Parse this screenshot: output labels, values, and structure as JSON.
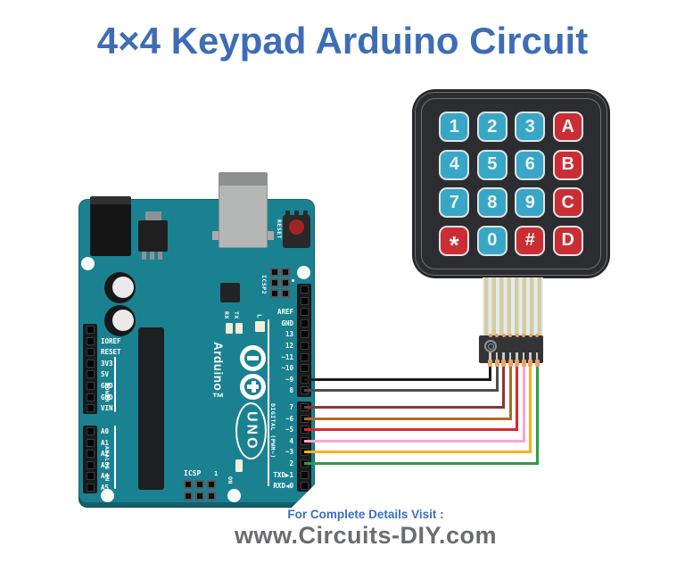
{
  "title": "4×4 Keypad Arduino Circuit",
  "title_color": "#3e6db6",
  "footer": {
    "visit_text": "For Complete Details Visit :",
    "website": "www.Circuits-DIY.com",
    "visit_color": "#3b6fc4",
    "website_color": "#6b6c6e"
  },
  "keypad": {
    "key_blue": "#38a7c7",
    "key_red": "#ca2e34",
    "rows": [
      [
        {
          "label": "1",
          "color": "blue"
        },
        {
          "label": "2",
          "color": "blue"
        },
        {
          "label": "3",
          "color": "blue"
        },
        {
          "label": "A",
          "color": "red"
        }
      ],
      [
        {
          "label": "4",
          "color": "blue"
        },
        {
          "label": "5",
          "color": "blue"
        },
        {
          "label": "6",
          "color": "blue"
        },
        {
          "label": "B",
          "color": "red"
        }
      ],
      [
        {
          "label": "7",
          "color": "blue"
        },
        {
          "label": "8",
          "color": "blue"
        },
        {
          "label": "9",
          "color": "blue"
        },
        {
          "label": "C",
          "color": "red"
        }
      ],
      [
        {
          "label": "*",
          "color": "red"
        },
        {
          "label": "0",
          "color": "blue"
        },
        {
          "label": "#",
          "color": "red"
        },
        {
          "label": "D",
          "color": "red"
        }
      ]
    ]
  },
  "connector": {
    "pins": 8
  },
  "arduino": {
    "board_color": "#1a8191",
    "brand": "Arduino™",
    "model": "UNO",
    "labels": {
      "reset": "RESET",
      "icsp2": "ICSP2",
      "icsp": "ICSP",
      "icsp_pin1": "1",
      "on": "ON",
      "l": "L",
      "rx": "RX",
      "tx": "TX",
      "power_group": "POWER",
      "analog_group": "ANALOG IN",
      "digital_group": "DIGITAL (PWM~)"
    },
    "digital_pins_top": [
      "",
      "",
      "AREF",
      "GND",
      "13",
      "12",
      "~11",
      "~10",
      "~9",
      "8"
    ],
    "digital_pins_bottom": [
      "7",
      "~6",
      "~5",
      "4",
      "~3",
      "2",
      "TXD▶1",
      "RXD◀0"
    ],
    "power_pins": [
      "",
      "IOREF",
      "RESET",
      "3V3",
      "5V",
      "GND",
      "GND",
      "VIN"
    ],
    "analog_pins": [
      "A0",
      "A1",
      "A2",
      "A3",
      "A4",
      "A5"
    ]
  },
  "wiring": {
    "wires": [
      {
        "name": "black",
        "hex": "#1b1b1b",
        "arduino_pin": "~9"
      },
      {
        "name": "gray",
        "hex": "#4d4d4d",
        "arduino_pin": "8"
      },
      {
        "name": "maroon",
        "hex": "#8f3336",
        "arduino_pin": "7"
      },
      {
        "name": "brown",
        "hex": "#b06a24",
        "arduino_pin": "~6"
      },
      {
        "name": "red",
        "hex": "#d9282e",
        "arduino_pin": "~5"
      },
      {
        "name": "pink",
        "hex": "#f7a8ce",
        "arduino_pin": "4"
      },
      {
        "name": "yellow",
        "hex": "#f3b31d",
        "arduino_pin": "~3"
      },
      {
        "name": "green",
        "hex": "#2c9f45",
        "arduino_pin": "2"
      }
    ]
  }
}
